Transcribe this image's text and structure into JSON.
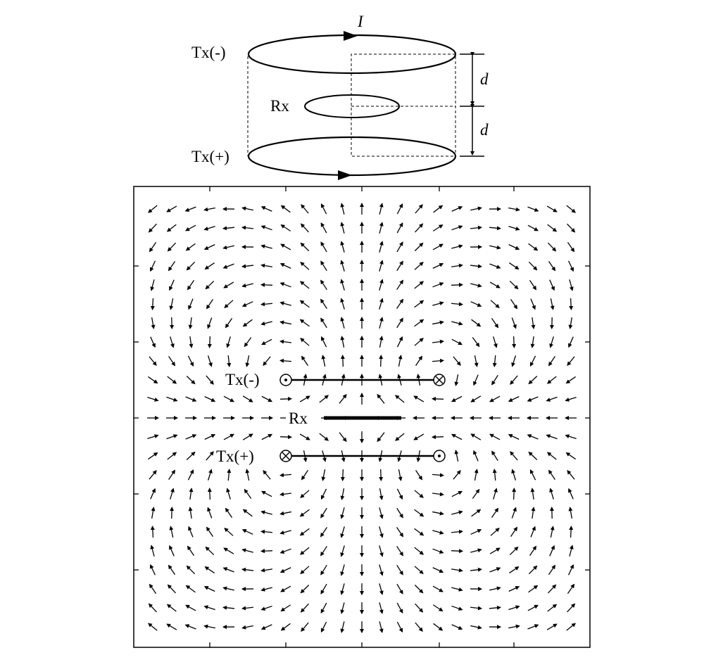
{
  "schematic": {
    "current_label": "I",
    "tx_minus_label": "Tx(-)",
    "rx_label": "Rx",
    "tx_plus_label": "Tx(+)",
    "distance_upper_label": "d",
    "distance_lower_label": "d"
  },
  "field_plot": {
    "tx_minus_label": "Tx(-)",
    "rx_label": "Rx",
    "tx_plus_label": "Tx(+)",
    "description_colors": {
      "ink": "#000000",
      "background": "#ffffff"
    }
  }
}
